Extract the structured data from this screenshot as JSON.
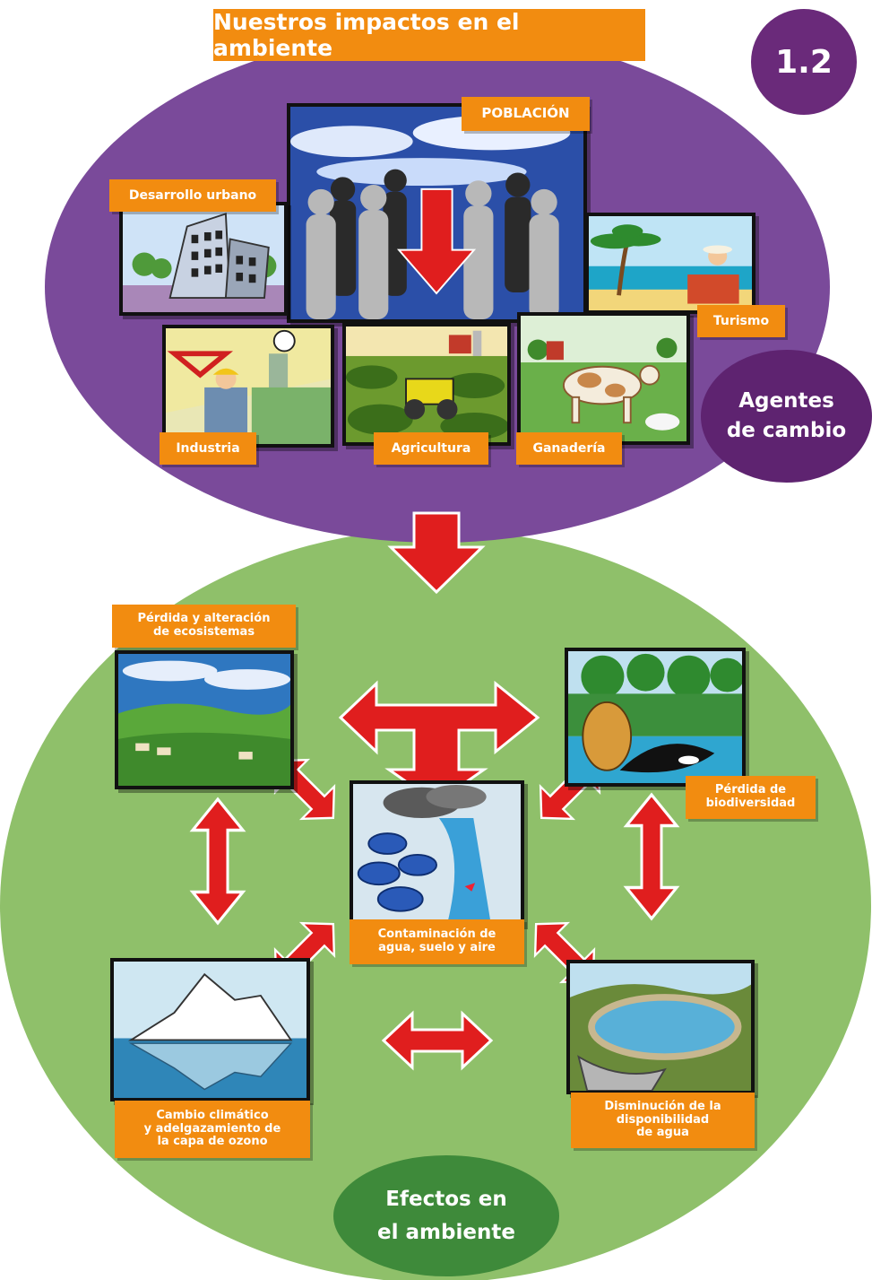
{
  "title": "Nuestros impactos en el ambiente",
  "badge": "1.2",
  "agents": {
    "label_line1": "Agentes",
    "label_line2": "de cambio",
    "items": {
      "poblacion": "POBLACIÓN",
      "desarrollo_urbano": "Desarrollo urbano",
      "turismo": "Turismo",
      "industria": "Industria",
      "agricultura": "Agricultura",
      "ganaderia": "Ganadería"
    }
  },
  "effects": {
    "label_line1": "Efectos en",
    "label_line2": "el ambiente",
    "items": {
      "ecosistemas_line1": "Pérdida y alteración",
      "ecosistemas_line2": "de ecosistemas",
      "biodiversidad_line1": "Pérdida de",
      "biodiversidad_line2": "biodiversidad",
      "contaminacion_line1": "Contaminación de",
      "contaminacion_line2": "agua, suelo y aire",
      "clima_line1": "Cambio climático",
      "clima_line2": "y adelgazamiento de",
      "clima_line3": "la capa de ozono",
      "agua_line1": "Disminución de la",
      "agua_line2": "disponibilidad",
      "agua_line3": "de agua"
    }
  },
  "colors": {
    "agents_ellipse": "#7a4a9a",
    "effects_ellipse": "#8fc06a",
    "label_orange": "#f28c10",
    "arrow_red": "#e01e1e"
  }
}
